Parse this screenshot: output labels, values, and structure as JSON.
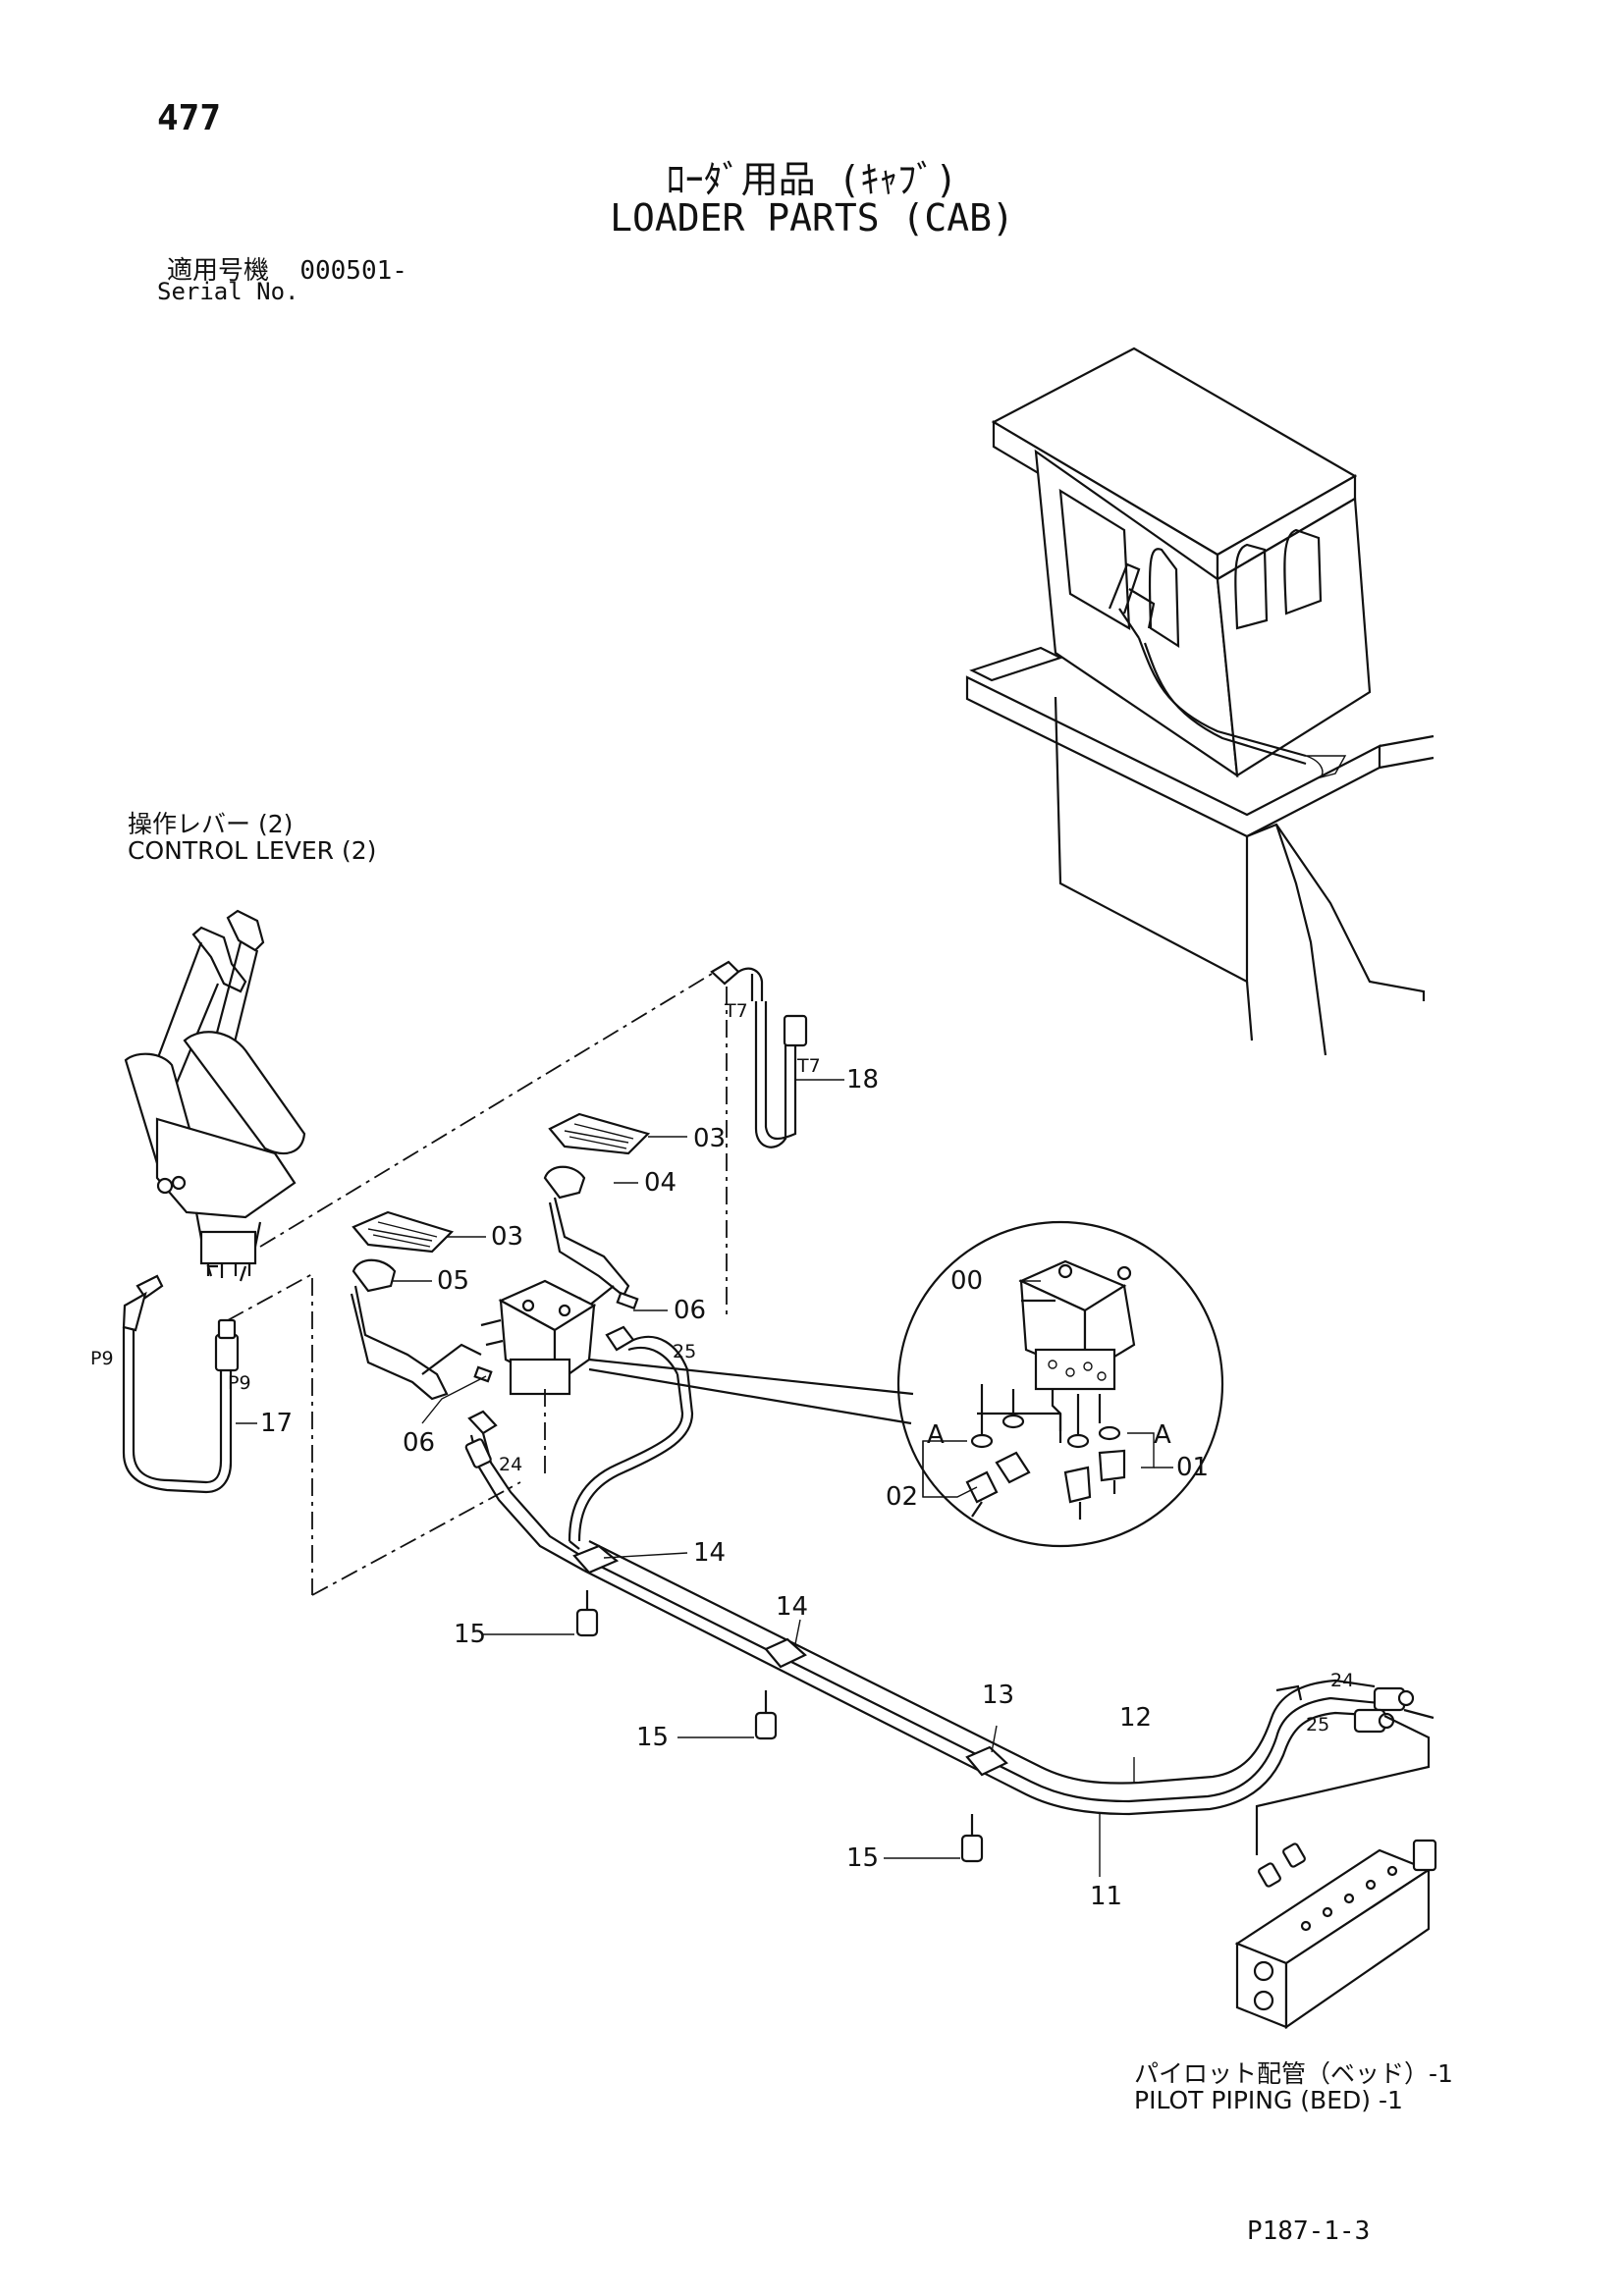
{
  "page_number": "477",
  "title_jp": "ﾛｰﾀﾞ用品 (ｷｬﾌﾞ)",
  "title_en": "LOADER PARTS (CAB)",
  "serial": {
    "label_jp": "適用号機",
    "value": "000501-",
    "label_en": "Serial No."
  },
  "captions": {
    "control_lever_jp": "操作レバー (2)",
    "control_lever_en": "CONTROL LEVER (2)",
    "pilot_piping_jp": "パイロット配管（ベッド）-1",
    "pilot_piping_en": "PILOT PIPING (BED) -1"
  },
  "callouts": {
    "c00": "00",
    "c01": "01",
    "c02": "02",
    "c03a": "03",
    "c03b": "03",
    "c04": "04",
    "c05": "05",
    "c06a": "06",
    "c06b": "06",
    "c11": "11",
    "c12": "12",
    "c13": "13",
    "c14a": "14",
    "c14b": "14",
    "c15a": "15",
    "c15b": "15",
    "c15c": "15",
    "c17": "17",
    "c18": "18",
    "c24a": "24",
    "c24b": "24",
    "c25a": "25",
    "c25b": "25",
    "t7a": "T7",
    "t7b": "T7",
    "p9a": "P9",
    "p9b": "P9",
    "aL": "A",
    "aR": "A"
  },
  "drawing_code": "P187-1-3"
}
